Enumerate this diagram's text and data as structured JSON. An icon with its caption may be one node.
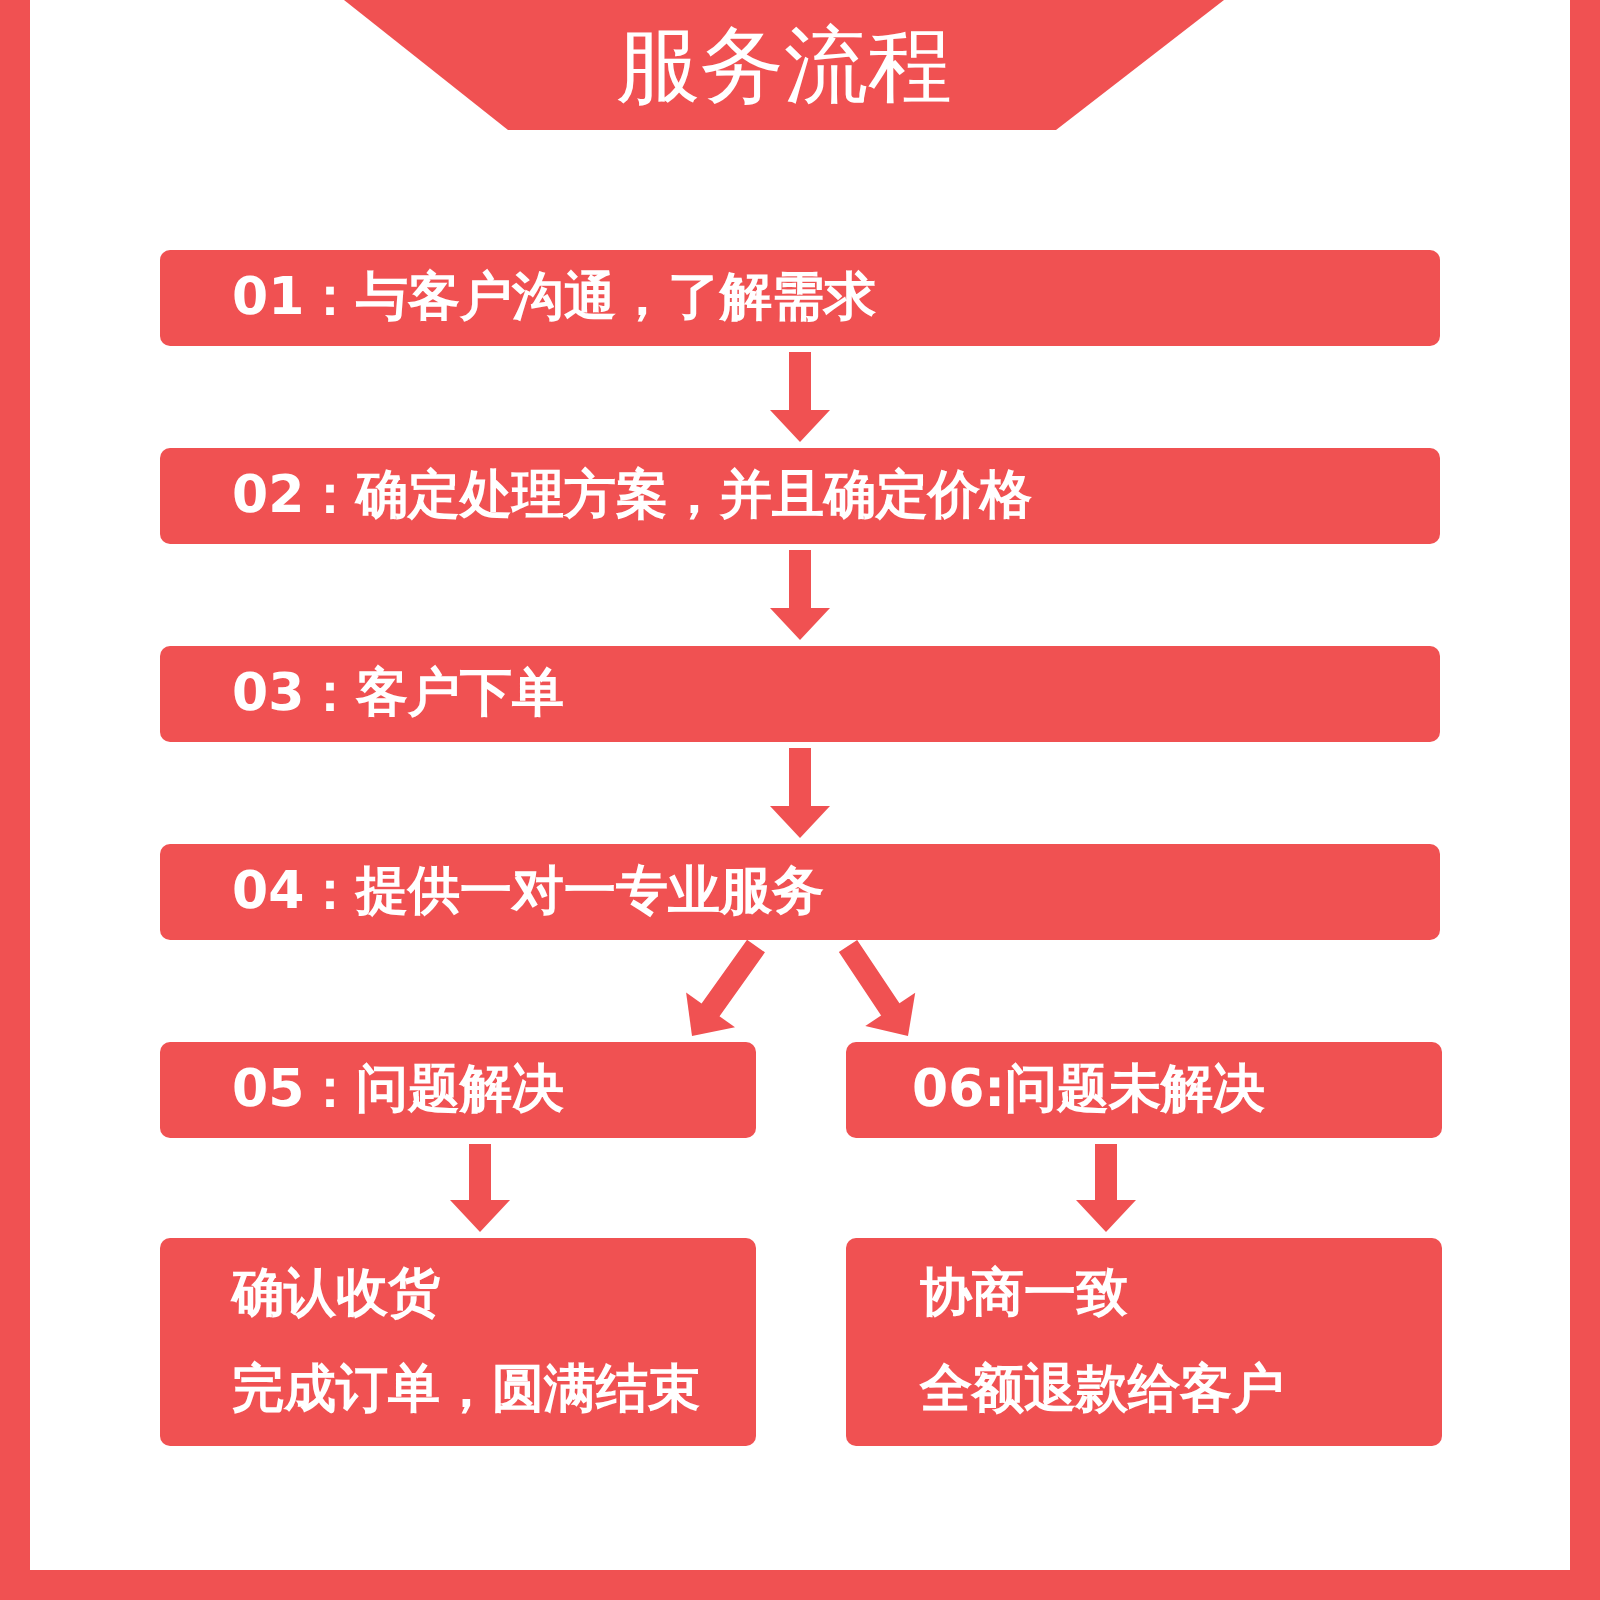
{
  "diagram": {
    "title": "服务流程",
    "nodes": [
      {
        "text": [
          "01：与客户沟通，了解需求"
        ]
      },
      {
        "text": [
          "02：确定处理方案，并且确定价格"
        ]
      },
      {
        "text": [
          "03：客户下单"
        ]
      },
      {
        "text": [
          "04：提供一对一专业服务"
        ]
      },
      {
        "text": [
          "05：问题解决"
        ]
      },
      {
        "text": [
          "06:问题未解决"
        ]
      },
      {
        "text": [
          "确认收货",
          "完成订单，圆满结束"
        ]
      },
      {
        "text": [
          "协商一致",
          "全额退款给客户"
        ]
      }
    ],
    "edges": [
      {
        "from": 0,
        "to": 1,
        "arrow": "to"
      },
      {
        "from": 1,
        "to": 2,
        "arrow": "to"
      },
      {
        "from": 2,
        "to": 3,
        "arrow": "to"
      },
      {
        "from": 3,
        "to": 4,
        "arrow": "to"
      },
      {
        "from": 3,
        "to": 5,
        "arrow": "to"
      },
      {
        "from": 4,
        "to": 6,
        "arrow": "to"
      },
      {
        "from": 5,
        "to": 7,
        "arrow": "to"
      }
    ]
  }
}
